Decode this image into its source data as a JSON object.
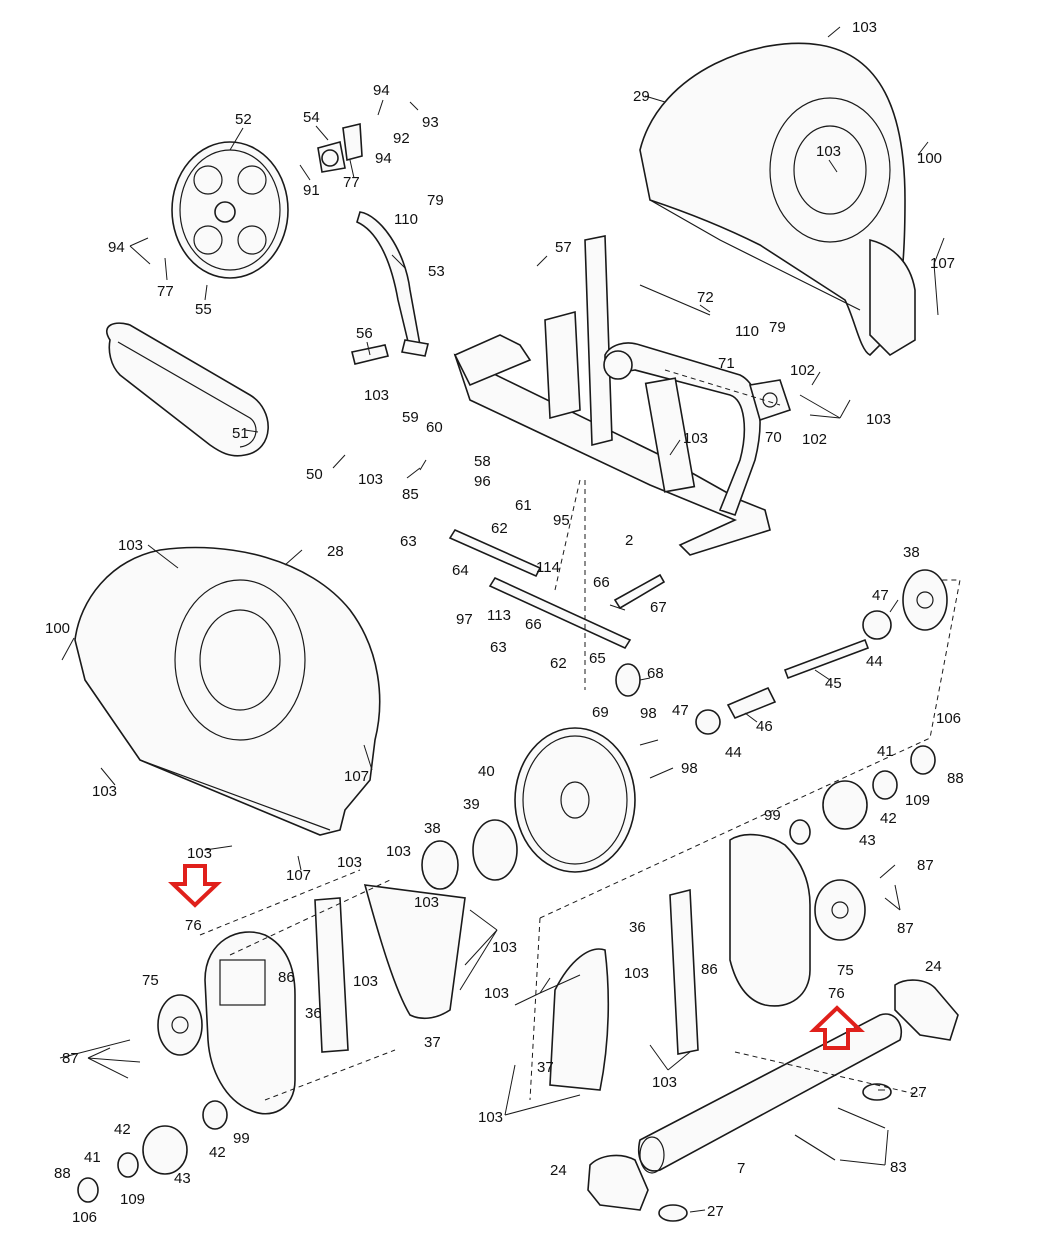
{
  "labels": {
    "l103a": "103",
    "l29": "29",
    "l100a": "100",
    "l103b": "103",
    "l107a": "107",
    "l94a": "94",
    "l93": "93",
    "l92": "92",
    "l94b": "94",
    "l52": "52",
    "l54": "54",
    "l91": "91",
    "l77a": "77",
    "l79a": "79",
    "l110a": "110",
    "l94c": "94",
    "l77b": "77",
    "l55": "55",
    "l53": "53",
    "l57": "57",
    "l72": "72",
    "l56": "56",
    "l110b": "110",
    "l79b": "79",
    "l71": "71",
    "l102a": "102",
    "l103c": "103",
    "l103d": "103",
    "l59": "59",
    "l60": "60",
    "l70": "70",
    "l102b": "102",
    "l51": "51",
    "l58": "58",
    "l50": "50",
    "l103e": "103",
    "l85": "85",
    "l96": "96",
    "l103f": "103",
    "l61": "61",
    "l62a": "62",
    "l95": "95",
    "l2": "2",
    "l103g": "103",
    "l28": "28",
    "l63a": "63",
    "l64": "64",
    "l114": "114",
    "l38a": "38",
    "l66a": "66",
    "l67": "67",
    "l97": "97",
    "l113": "113",
    "l47a": "47",
    "l100b": "100",
    "l66b": "66",
    "l63b": "63",
    "l62b": "62",
    "l65": "65",
    "l44a": "44",
    "l68": "68",
    "l45": "45",
    "l69": "69",
    "l98a": "98",
    "l47b": "47",
    "l46": "46",
    "l44b": "44",
    "l106a": "106",
    "l107b": "107",
    "l41a": "41",
    "l40": "40",
    "l98b": "98",
    "l88a": "88",
    "l103h": "103",
    "l39": "39",
    "l109a": "109",
    "l99a": "99",
    "l42a": "42",
    "l43a": "43",
    "l103i": "103",
    "l38b": "38",
    "l103j": "103",
    "l107c": "107",
    "l103k": "103",
    "l87a": "87",
    "l76a": "76",
    "l103l": "103",
    "l36a": "36",
    "l87b": "87",
    "l103m": "103",
    "l86a": "86",
    "l103n": "103",
    "l103o": "103",
    "l86b": "86",
    "l75a": "75",
    "l24a": "24",
    "l75b": "75",
    "l76b": "76",
    "l36b": "36",
    "l37a": "37",
    "l103p": "103",
    "l87c": "87",
    "l27a": "27",
    "l37b": "37",
    "l103q": "103",
    "l99b": "99",
    "l42b": "42",
    "l43b": "43",
    "l7": "7",
    "l83": "83",
    "l41b": "41",
    "l24b": "24",
    "l88b": "88",
    "l109b": "109",
    "l106b": "106",
    "l27b": "27",
    "l42c": "42"
  },
  "highlight_color": "#e0201b"
}
